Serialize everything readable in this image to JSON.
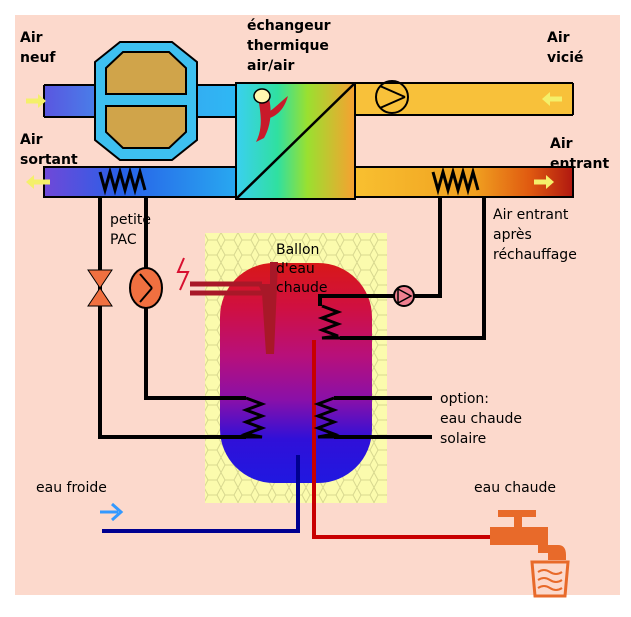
{
  "labels": {
    "air_neuf_1": "Air",
    "air_neuf_2": "neuf",
    "echangeur_1": "échangeur",
    "echangeur_2": "thermique",
    "echangeur_3": "air/air",
    "air_vicie_1": "Air",
    "air_vicie_2": "vicié",
    "air_sortant_1": "Air",
    "air_sortant_2": "sortant",
    "air_entrant_1": "Air",
    "air_entrant_2": "entrant",
    "apres_1": "Air entrant",
    "apres_2": "après",
    "apres_3": "réchauffage",
    "pac_1": "petite",
    "pac_2": "PAC",
    "ballon_1": "Ballon",
    "ballon_2": "d'eau",
    "ballon_3": "chaude",
    "option_1": "option:",
    "option_2": "eau chaude",
    "option_3": "solaire",
    "eau_froide": "eau froide",
    "eau_chaude": "eau chaude"
  },
  "colors": {
    "background": "#fcd9cc",
    "insulation": "#fbfbad",
    "fresh_duct": "#6478f0",
    "exhaust_duct": "#f8c13a",
    "supply_duct": "#f0a020",
    "hot_pipe": "#c80000",
    "cold_pipe": "#000090",
    "tap": "#e86a2a",
    "fresh_arrow": "#f4f06a",
    "cold_water_arrow": "#3399ff"
  }
}
